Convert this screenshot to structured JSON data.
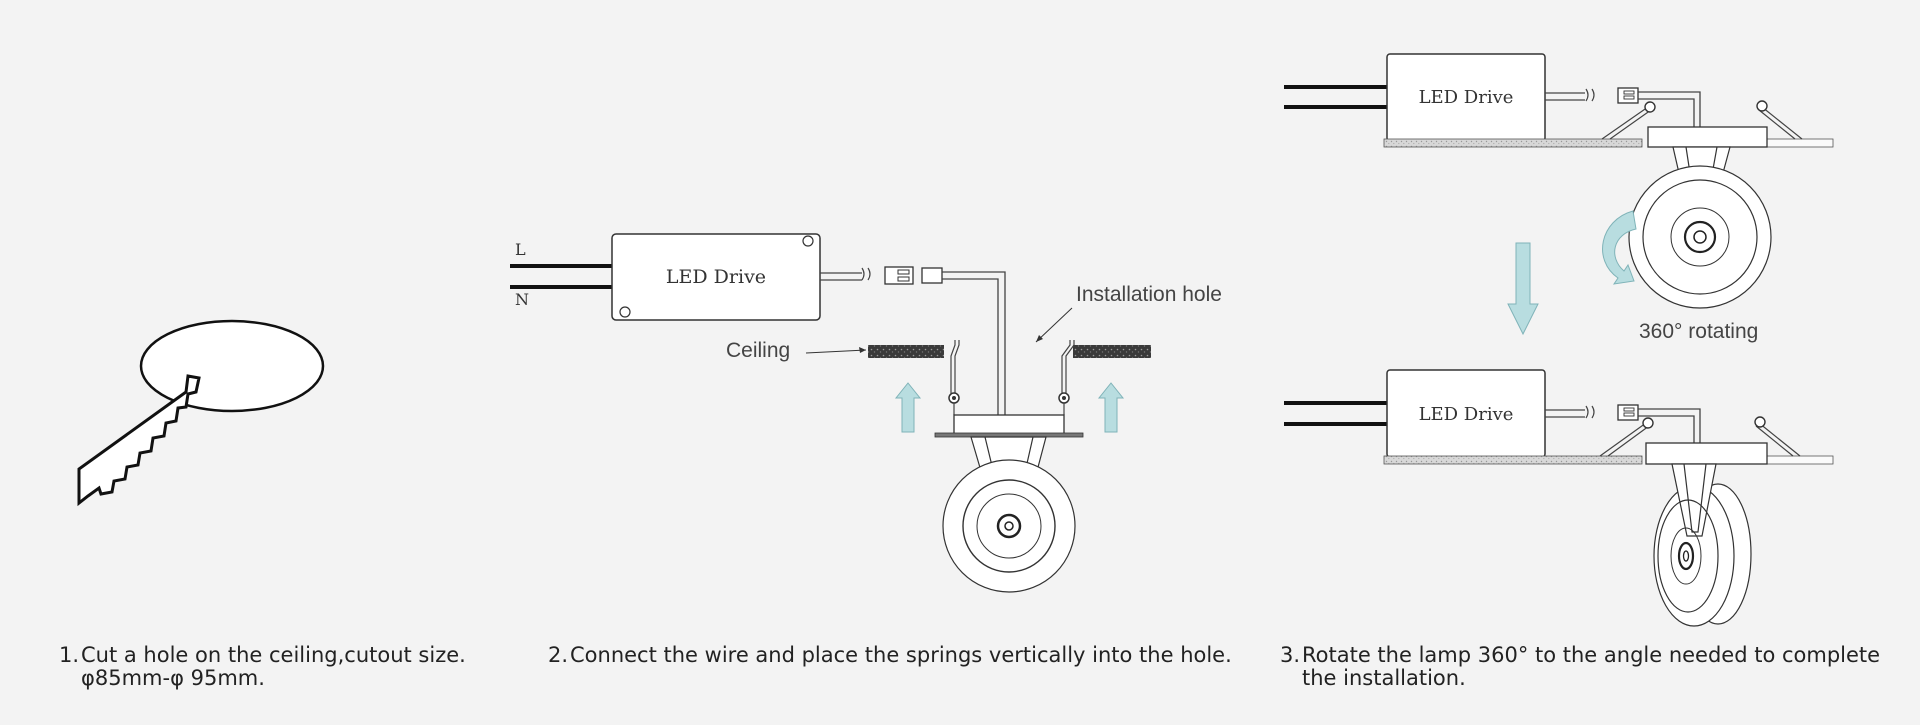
{
  "step1": {
    "caption_line1": "Cut a hole on the ceiling,cutout size.",
    "caption_line2": "φ85mm-φ 95mm.",
    "number": "1."
  },
  "step2": {
    "number": "2.",
    "caption": "Connect the wire and place the springs vertically into the hole.",
    "driver_label": "LED Drive",
    "wire_l": "L",
    "wire_n": "N",
    "ceiling_label": "Ceiling",
    "hole_label": "Installation hole"
  },
  "step3": {
    "number": "3.",
    "caption_line1": "Rotate the lamp 360° to the angle needed to complete",
    "caption_line2": "the installation.",
    "driver_label_top": "LED Drive",
    "driver_label_bottom": "LED Drive",
    "rotate_label": "360° rotating"
  },
  "colors": {
    "background": "#f3f3f3",
    "arrow": "#b8dde0",
    "arrow_stroke": "#7fb3b8",
    "line": "#333333",
    "ceiling_fill": "#555555"
  }
}
